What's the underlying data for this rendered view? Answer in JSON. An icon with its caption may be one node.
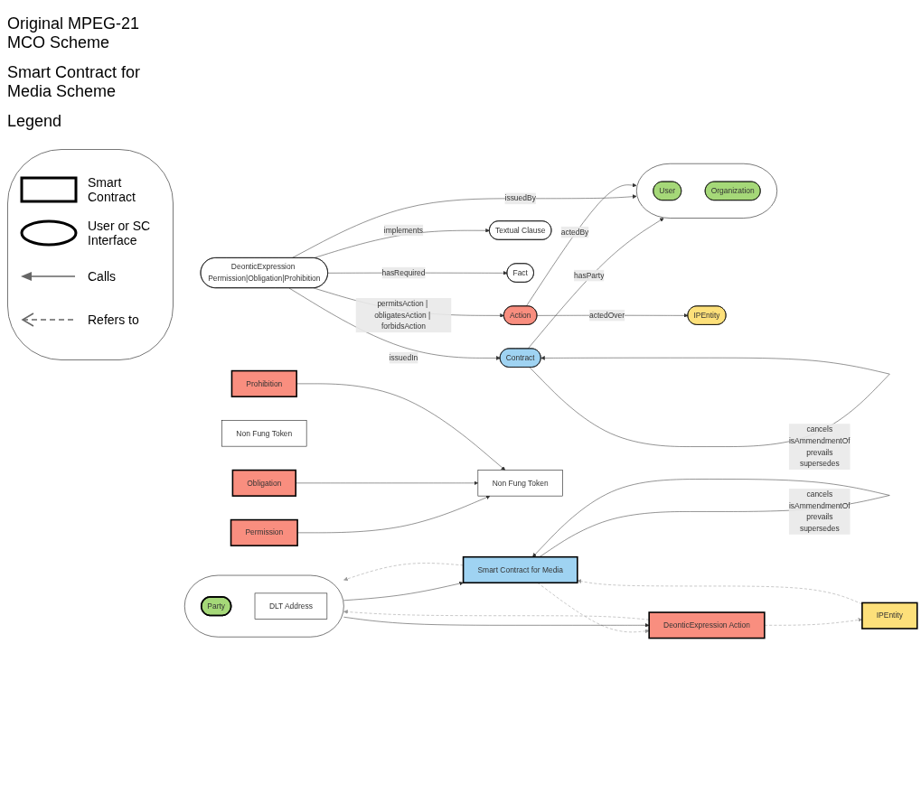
{
  "diagram": {
    "nodes": [
      {
        "text": [],
        "shape": "ellipse"
      },
      {
        "text": [
          "User"
        ],
        "in": 0
      },
      {
        "text": [
          "Organization"
        ],
        "in": 0
      },
      {
        "text": [
          "Contract"
        ]
      },
      {
        "text": [
          "Textual Clause"
        ]
      },
      {
        "text": [
          "DeonticExpression Permission|Obligation|Prohibition"
        ]
      },
      {
        "text": [
          "Fact"
        ]
      },
      {
        "text": [
          "Action"
        ]
      },
      {
        "text": [
          "IPEntity"
        ]
      },
      {
        "text": [],
        "shape": "ellipse"
      },
      {
        "text": [
          "Party"
        ],
        "in": 9
      },
      {
        "text": [
          "DLT Address"
        ],
        "in": 9
      },
      {
        "text": [
          "Smart Contract for Media"
        ]
      },
      {
        "text": [
          "DeonticExpression Action"
        ]
      },
      {
        "text": [
          "Non Fung Token"
        ]
      },
      {
        "text": [
          "IPEntity"
        ]
      },
      {
        "text": [
          "Non Fung Token"
        ]
      },
      {
        "text": [
          "Permission"
        ]
      },
      {
        "text": [
          "Obligation"
        ]
      },
      {
        "text": [
          "Prohibition"
        ]
      }
    ],
    "edges": [
      {
        "from": 3,
        "to": 0,
        "arrow": "to",
        "label": "hasParty"
      },
      {
        "from": 3,
        "to": 3,
        "arrow": "to",
        "label": "cancels isAmmendmentOf prevails supersedes"
      },
      {
        "from": 5,
        "to": 3,
        "arrow": "to",
        "label": "issuedIn"
      },
      {
        "from": 5,
        "to": 0,
        "arrow": "to",
        "label": "issuedBy"
      },
      {
        "from": 5,
        "to": 4,
        "arrow": "to",
        "label": "implements"
      },
      {
        "from": 5,
        "to": 6,
        "arrow": "to",
        "label": "hasRequired"
      },
      {
        "from": 5,
        "to": 7,
        "arrow": "to",
        "label": "permitsAction | obligatesAction | forbidsAction"
      },
      {
        "from": 7,
        "to": 0,
        "arrow": "to",
        "label": "actedBy"
      },
      {
        "from": 7,
        "to": 8,
        "arrow": "to",
        "label": "actedOver"
      },
      {
        "from": 12,
        "to": 9,
        "arrow": "to",
        "style": "dashed",
        "color": "#999999"
      },
      {
        "from": 9,
        "to": 12,
        "arrow": "to"
      },
      {
        "from": 12,
        "to": 12,
        "arrow": "to",
        "label": "cancels isAmmendmentOf prevails supersedes"
      },
      {
        "from": 12,
        "to": 13,
        "arrow": "to",
        "style": "dashed",
        "color": "#999999"
      },
      {
        "from": 13,
        "to": 9,
        "arrow": "to",
        "style": "dashed",
        "color": "#999999"
      },
      {
        "from": 9,
        "to": 13,
        "arrow": "to"
      },
      {
        "from": 13,
        "to": 15,
        "arrow": "to",
        "style": "dashed",
        "color": "#999999"
      },
      {
        "from": 15,
        "to": 12,
        "arrow": "to",
        "style": "dashed",
        "color": "#999999"
      },
      {
        "from": 17,
        "to": 14,
        "arrow": "to"
      },
      {
        "from": 18,
        "to": 14,
        "arrow": "to"
      },
      {
        "from": 19,
        "to": 14,
        "arrow": "to"
      }
    ],
    "labels": [
      "Original MPEG-21 MCO Scheme",
      "Smart Contract for Media Scheme",
      "Legend"
    ],
    "legend": [
      {
        "text": "Smart Contract"
      },
      {
        "text": "User or SC Interface"
      },
      {
        "text": "Calls"
      },
      {
        "text": "Refers to"
      }
    ]
  }
}
